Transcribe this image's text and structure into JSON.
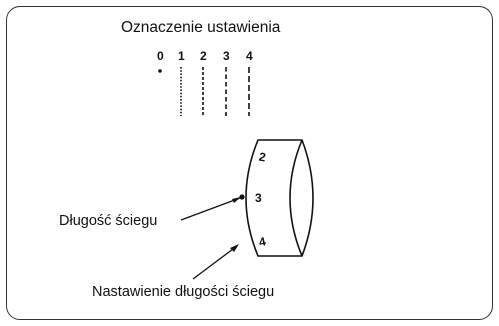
{
  "title": "Oznaczenie ustawienia",
  "setting_marks": [
    "0",
    "1",
    "2",
    "3",
    "4"
  ],
  "dial_numbers": [
    "2",
    "3",
    "4"
  ],
  "labels": {
    "stitch_length": "Długość ściegu",
    "stitch_length_adjustment": "Nastawienie długości ściegu"
  }
}
